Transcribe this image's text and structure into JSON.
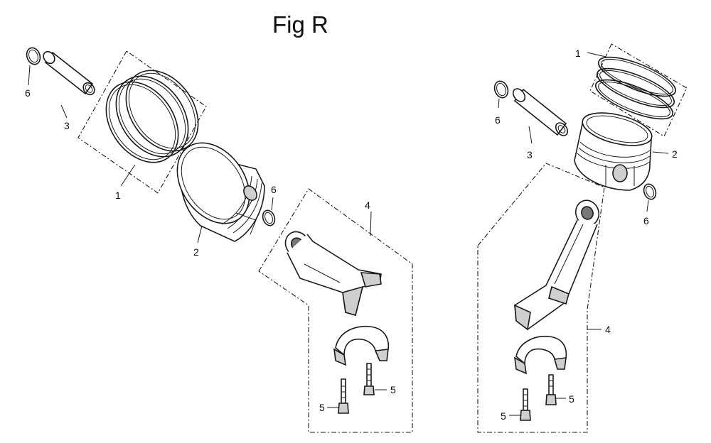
{
  "figure": {
    "title": "Fig R"
  },
  "left_assembly": {
    "labels": {
      "snap_ring_top": "6",
      "piston_pin": "3",
      "piston_ring_set": "1",
      "piston": "2",
      "snap_ring_right": "6",
      "connecting_rod": "4",
      "bolt_upper": "5",
      "bolt_lower": "5"
    }
  },
  "right_assembly": {
    "labels": {
      "piston_ring_set": "1",
      "snap_ring_left": "6",
      "piston_pin": "3",
      "piston": "2",
      "snap_ring_right": "6",
      "connecting_rod": "4",
      "bolt_upper": "5",
      "bolt_lower": "5"
    }
  }
}
